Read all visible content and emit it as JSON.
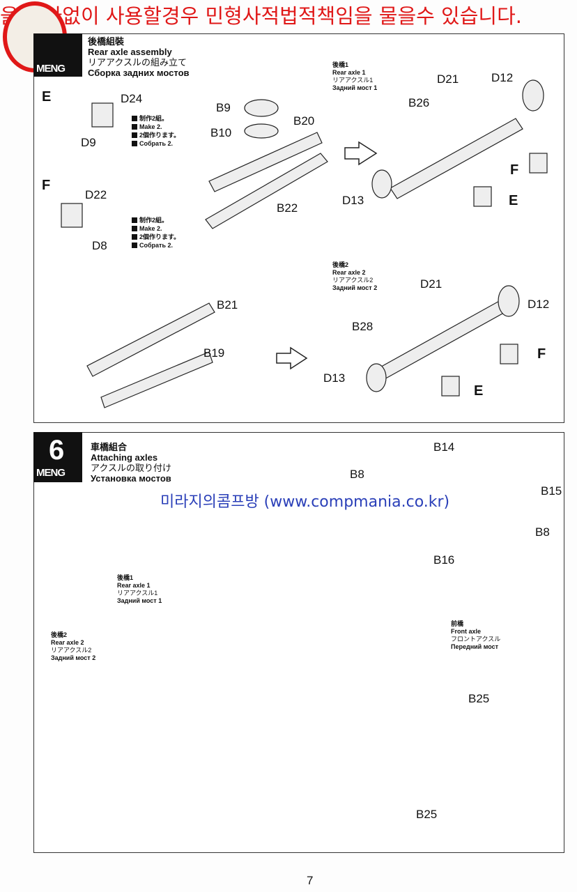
{
  "watermark_top": "을 허가없이 사용할경우 민형사적법적책임을 물을수 있습니다.",
  "watermark_mid": "미라지의콤프방 (www.compmania.co.kr)",
  "logo": "MENG",
  "step5": {
    "title_cn": "後橋組裝",
    "title_en": "Rear axle assembly",
    "title_jp": "リアアクスルの組み立て",
    "title_ru": "Сборка задних мостов",
    "sub_e": "E",
    "sub_f": "F",
    "note": {
      "cn": "制作2組。",
      "en": "Make 2.",
      "jp": "2個作ります。",
      "ru": "Собрать 2."
    },
    "axle1": {
      "cn": "後橋1",
      "en": "Rear axle 1",
      "jp": "リアアクスル1",
      "ru": "Задний мост 1"
    },
    "axle2": {
      "cn": "後橋2",
      "en": "Rear axle 2",
      "jp": "リアアクスル2",
      "ru": "Задний мост 2"
    },
    "parts": {
      "d24": "D24",
      "d9": "D9",
      "d22": "D22",
      "d8": "D8",
      "b9": "B9",
      "b10": "B10",
      "b20": "B20",
      "b22": "B22",
      "b21": "B21",
      "b19": "B19",
      "d21": "D21",
      "d12": "D12",
      "b26": "B26",
      "d13": "D13",
      "b28": "B28",
      "e": "E",
      "f": "F"
    }
  },
  "step6": {
    "number": "6",
    "title_cn": "車橋組合",
    "title_en": "Attaching axles",
    "title_jp": "アクスルの取り付け",
    "title_ru": "Установка мостов",
    "axle1": {
      "cn": "後橋1",
      "en": "Rear axle 1",
      "jp": "リアアクスル1",
      "ru": "Задний мост 1"
    },
    "axle2": {
      "cn": "後橋2",
      "en": "Rear axle 2",
      "jp": "リアアクスル2",
      "ru": "Задний мост 2"
    },
    "front": {
      "cn": "前橋",
      "en": "Front axle",
      "jp": "フロントアクスル",
      "ru": "Передний мост"
    },
    "parts": {
      "b8": "B8",
      "b14": "B14",
      "b15": "B15",
      "b16": "B16",
      "b25": "B25"
    }
  },
  "page_number": "7"
}
